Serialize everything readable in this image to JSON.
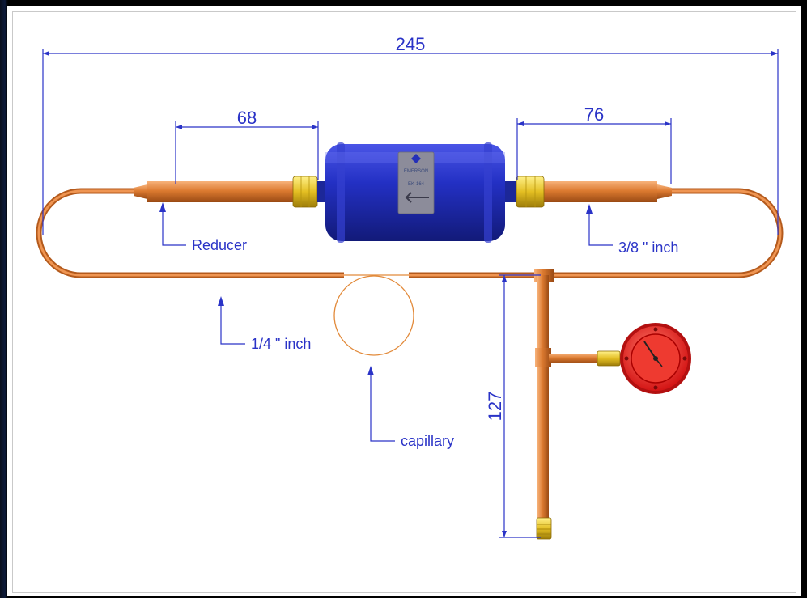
{
  "dimensions": {
    "overall": "245",
    "left_segment": "68",
    "right_segment": "76",
    "vertical_drop": "127"
  },
  "callouts": {
    "reducer": "Reducer",
    "right_pipe": "3/8 \" inch",
    "left_pipe": "1/4 \" inch",
    "capillary": "capillary"
  },
  "filter_drier": {
    "brand": "EMERSON",
    "model": "EK-164"
  },
  "colors": {
    "copper": "#d9772e",
    "filter_body": "#2430b8",
    "dimension_lines": "#2a33c7",
    "brass": "#e8c528",
    "gauge": "#e02222"
  }
}
